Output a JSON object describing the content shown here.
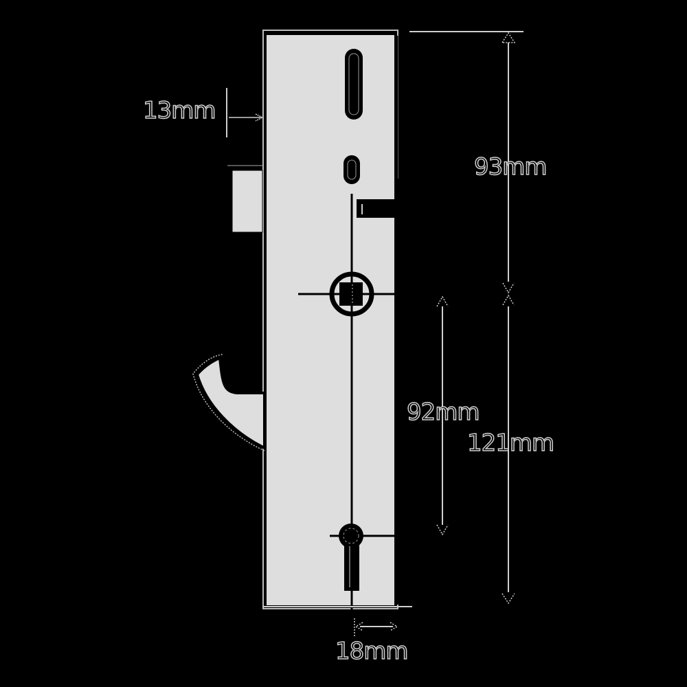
{
  "diagram": {
    "title": "Multipoint lock gearbox dimension diagram",
    "colors": {
      "background": "#000000",
      "faceplate_fill": "#dedede",
      "line": "#000000",
      "dimension_line": "#cfcfcf"
    },
    "dimensions": {
      "latch_offset": "13mm",
      "top_to_spindle": "93mm",
      "centres": "92mm",
      "spindle_to_bottom": "121mm",
      "backset": "18mm"
    },
    "components": [
      "faceplate",
      "top-slot",
      "small-slot",
      "latch-bolt",
      "deadbolt-stub",
      "spindle-follower",
      "hook-bolt",
      "euro-cylinder-cutout"
    ]
  }
}
